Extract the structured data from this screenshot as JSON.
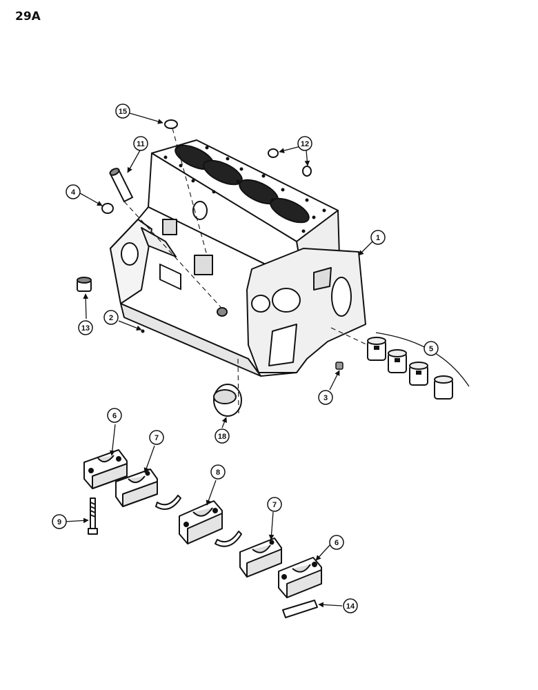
{
  "page_number": "29A",
  "callouts": [
    {
      "id": "c1",
      "label": "1"
    },
    {
      "id": "c2",
      "label": "2"
    },
    {
      "id": "c3",
      "label": "3"
    },
    {
      "id": "c4",
      "label": "4"
    },
    {
      "id": "c5",
      "label": "5"
    },
    {
      "id": "c6a",
      "label": "6"
    },
    {
      "id": "c6b",
      "label": "6"
    },
    {
      "id": "c7a",
      "label": "7"
    },
    {
      "id": "c7b",
      "label": "7"
    },
    {
      "id": "c8",
      "label": "8"
    },
    {
      "id": "c9",
      "label": "9"
    },
    {
      "id": "c11",
      "label": "11"
    },
    {
      "id": "c12",
      "label": "12"
    },
    {
      "id": "c13",
      "label": "13"
    },
    {
      "id": "c14",
      "label": "14"
    },
    {
      "id": "c15",
      "label": "15"
    },
    {
      "id": "c18",
      "label": "18"
    }
  ],
  "colors": {
    "ink": "#111111",
    "paper": "#ffffff",
    "shade": "#d8d8d8"
  }
}
